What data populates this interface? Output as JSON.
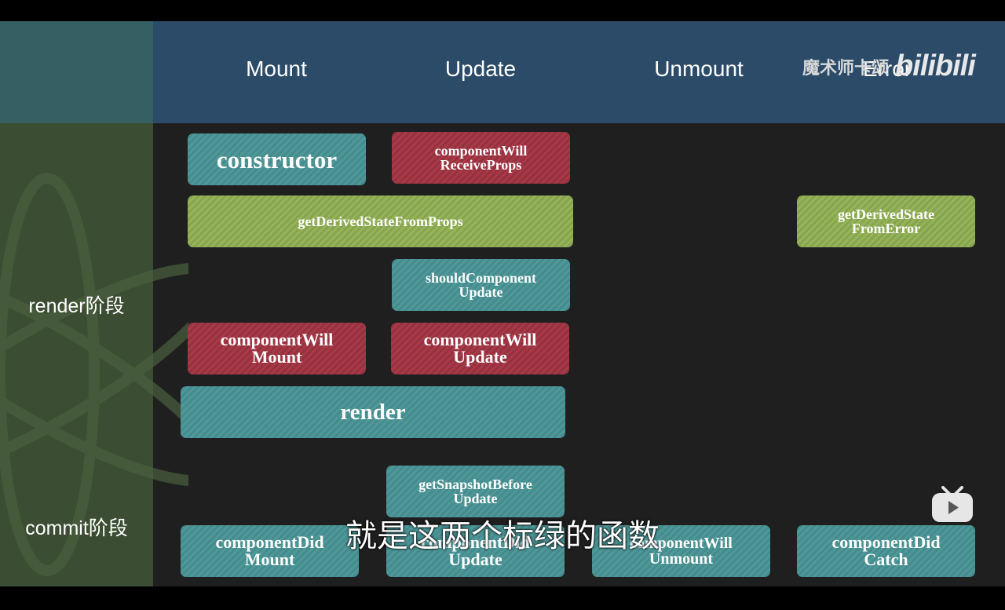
{
  "columns": [
    "Mount",
    "Update",
    "Unmount",
    "Error"
  ],
  "rows": {
    "render": "render阶段",
    "commit": "commit阶段"
  },
  "boxes": {
    "constructor": "constructor",
    "cwrp_line1": "componentWill",
    "cwrp_line2": "ReceiveProps",
    "gdsfp": "getDerivedStateFromProps",
    "gdsfe_line1": "getDerivedState",
    "gdsfe_line2": "FromError",
    "scu_line1": "shouldComponent",
    "scu_line2": "Update",
    "cwm_line1": "componentWill",
    "cwm_line2": "Mount",
    "cwu_line1": "componentWill",
    "cwu_line2": "Update",
    "render": "render",
    "gsbu_line1": "getSnapshotBefore",
    "gsbu_line2": "Update",
    "cdm_line1": "componentDid",
    "cdm_line2": "Mount",
    "cdu_line1": "componentDid",
    "cdu_line2": "Update",
    "cwun_line1": "componentWill",
    "cwun_line2": "Unmount",
    "cdc_line1": "componentDid",
    "cdc_line2": "Catch"
  },
  "colors": {
    "teal": "#4e9899",
    "red": "#a83947",
    "green": "#95b45a",
    "header": "#2b4b68",
    "sidebar": "#3b4d33"
  },
  "watermark": {
    "text": "魔术师卡颂",
    "logo": "bilibili"
  },
  "subtitle": "就是这两个标绿的函数",
  "icons": {
    "player": "tv-icon"
  }
}
